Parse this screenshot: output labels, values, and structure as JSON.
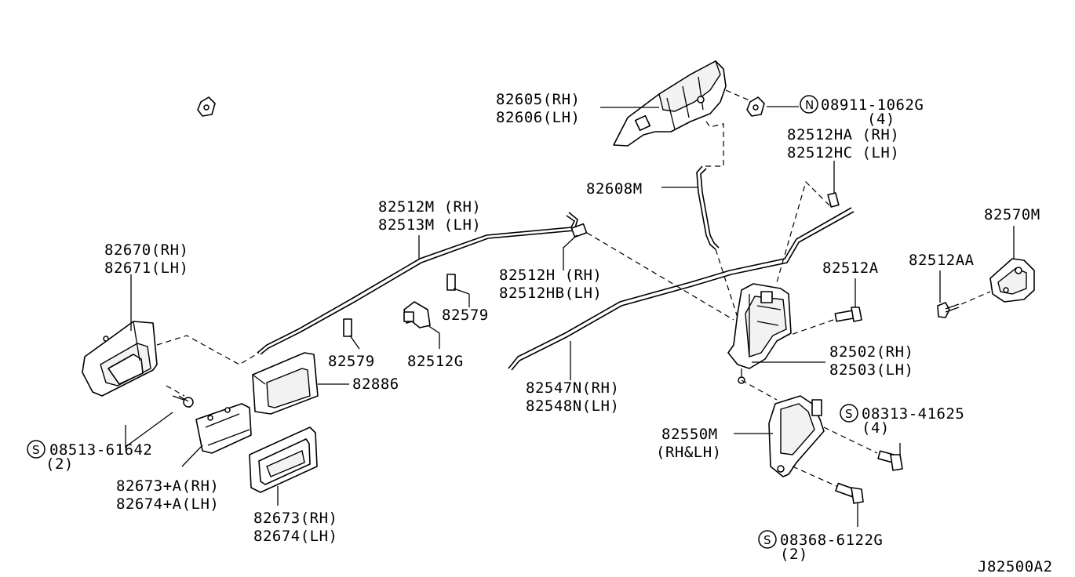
{
  "labels": {
    "handle_outer": [
      "82605(RH)",
      "82606(LH)"
    ],
    "nut": {
      "symbol": "N",
      "part": "08911-1062G",
      "qty": "(4)"
    },
    "rod_clip_top": [
      "82512HA (RH)",
      "82512HC (LH)"
    ],
    "rod_82608m": "82608M",
    "rod_long_upper": [
      "82512M (RH)",
      "82513M (LH)"
    ],
    "clip_82512h": [
      "82512H  (RH)",
      "82512HB(LH)"
    ],
    "clip_82579_a": "82579",
    "clip_82579_b": "82579",
    "clip_82512g": "82512G",
    "handle_inner": [
      "82670(RH)",
      "82671(LH)"
    ],
    "bezel_82886": "82886",
    "screw_left": {
      "symbol": "S",
      "part": "08513-61642",
      "qty": "(2)"
    },
    "bracket": [
      "82673+A(RH)",
      "82674+A(LH)"
    ],
    "escutcheon": [
      "82673(RH)",
      "82674(LH)"
    ],
    "rod_lower": [
      "82547N(RH)",
      "82548N(LH)"
    ],
    "lock_actuator": [
      "82502(RH)",
      "82503(LH)"
    ],
    "bolt_82512a": "82512A",
    "bolt_82512aa": "82512AA",
    "striker": "82570M",
    "cover": [
      "82550M",
      "(RH&LH)"
    ],
    "screw_right": {
      "symbol": "S",
      "part": "08313-41625",
      "qty": "(4)"
    },
    "screw_bottom": {
      "symbol": "S",
      "part": "08368-6122G",
      "qty": "(2)"
    },
    "diagram_code": "J82500A2"
  }
}
